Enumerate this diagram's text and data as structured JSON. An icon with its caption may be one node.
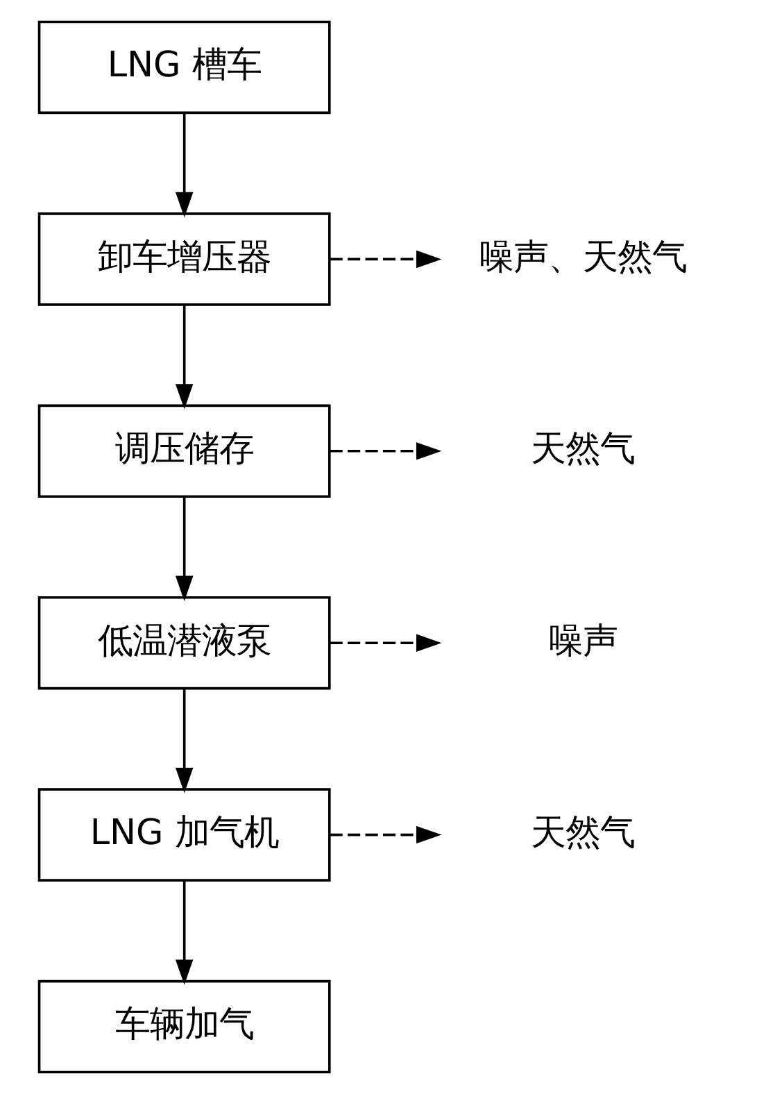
{
  "diagram": {
    "nodes": [
      {
        "text": [
          "LNG 槽车"
        ]
      },
      {
        "text": [
          "卸车增压器"
        ]
      },
      {
        "text": [
          "噪声、天然气"
        ]
      },
      {
        "text": [
          "调压储存"
        ]
      },
      {
        "text": [
          "天然气"
        ]
      },
      {
        "text": [
          "低温潜液泵"
        ]
      },
      {
        "text": [
          "噪声"
        ]
      },
      {
        "text": [
          "LNG 加气机"
        ]
      },
      {
        "text": [
          "天然气"
        ]
      },
      {
        "text": [
          "车辆加气"
        ]
      }
    ],
    "edges": [
      {
        "from": 0,
        "to": 1,
        "arrow": "to"
      },
      {
        "from": 1,
        "to": 2,
        "arrow": "to",
        "style": "dashed"
      },
      {
        "from": 1,
        "to": 3,
        "arrow": "to"
      },
      {
        "from": 3,
        "to": 4,
        "arrow": "to",
        "style": "dashed"
      },
      {
        "from": 3,
        "to": 5,
        "arrow": "to"
      },
      {
        "from": 5,
        "to": 6,
        "arrow": "to",
        "style": "dashed"
      },
      {
        "from": 5,
        "to": 7,
        "arrow": "to"
      },
      {
        "from": 7,
        "to": 8,
        "arrow": "to",
        "style": "dashed"
      },
      {
        "from": 7,
        "to": 9,
        "arrow": "to"
      }
    ]
  }
}
